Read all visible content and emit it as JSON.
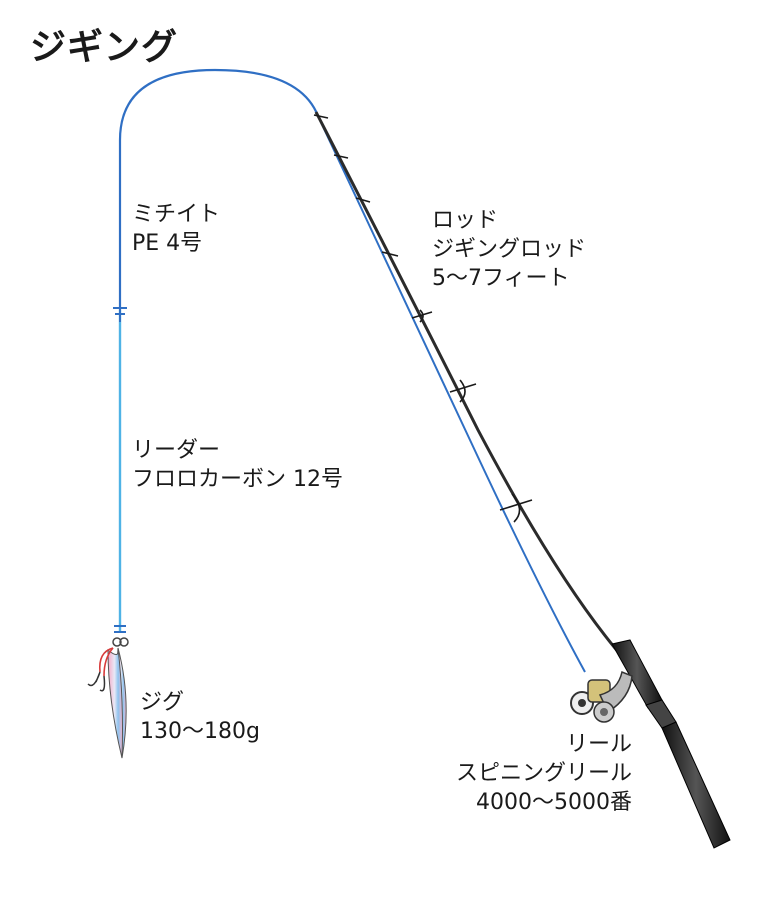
{
  "title": "ジギング",
  "labels": {
    "main_line": [
      "ミチイト",
      "PE 4号"
    ],
    "leader": [
      "リーダー",
      "フロロカーボン 12号"
    ],
    "jig": [
      "ジグ",
      "130～180g"
    ],
    "rod": [
      "ロッド",
      "ジギングロッド",
      "5～7フィート"
    ],
    "reel": [
      "リール",
      "スピニングリール",
      "4000～5000番"
    ]
  },
  "colors": {
    "main_line": "#2f6fc4",
    "leader": "#4fb3e6",
    "rod": "#2b2b2b",
    "hook_line": "#d83a3a"
  }
}
